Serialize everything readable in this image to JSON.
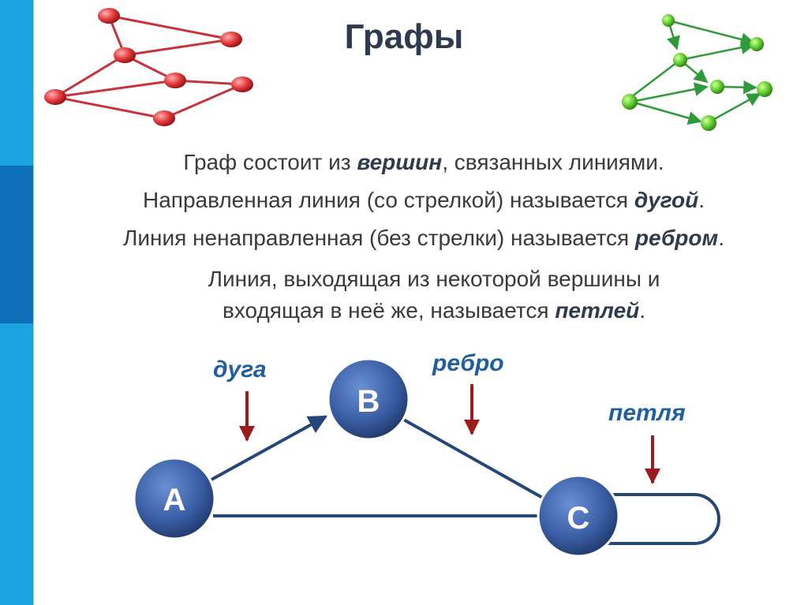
{
  "title": "Графы",
  "paragraphs": [
    {
      "pre": "Граф состоит из ",
      "bold": "вершин",
      "post": ", связанных линиями."
    },
    {
      "pre": "Направленная линия (со стрелкой) называется ",
      "bold": "дугой",
      "post": "."
    },
    {
      "pre": "Линия ненаправленная (без стрелки) называется ",
      "bold": "ребром",
      "post": "."
    },
    {
      "pre": "Линия, выходящая из некоторой вершины и входящая в неё же, называется ",
      "bold": "петлей",
      "post": "."
    }
  ],
  "diagram": {
    "nodes": {
      "a": "A",
      "b": "B",
      "c": "C"
    },
    "labels": {
      "arc": "дуга",
      "edge": "ребро",
      "loop": "петля"
    }
  },
  "colors": {
    "node": "#3b5fa6",
    "line": "#24477a",
    "pointer": "#9b1c1c",
    "red_graph": "#c8333a",
    "green_graph": "#2e9a3a"
  }
}
